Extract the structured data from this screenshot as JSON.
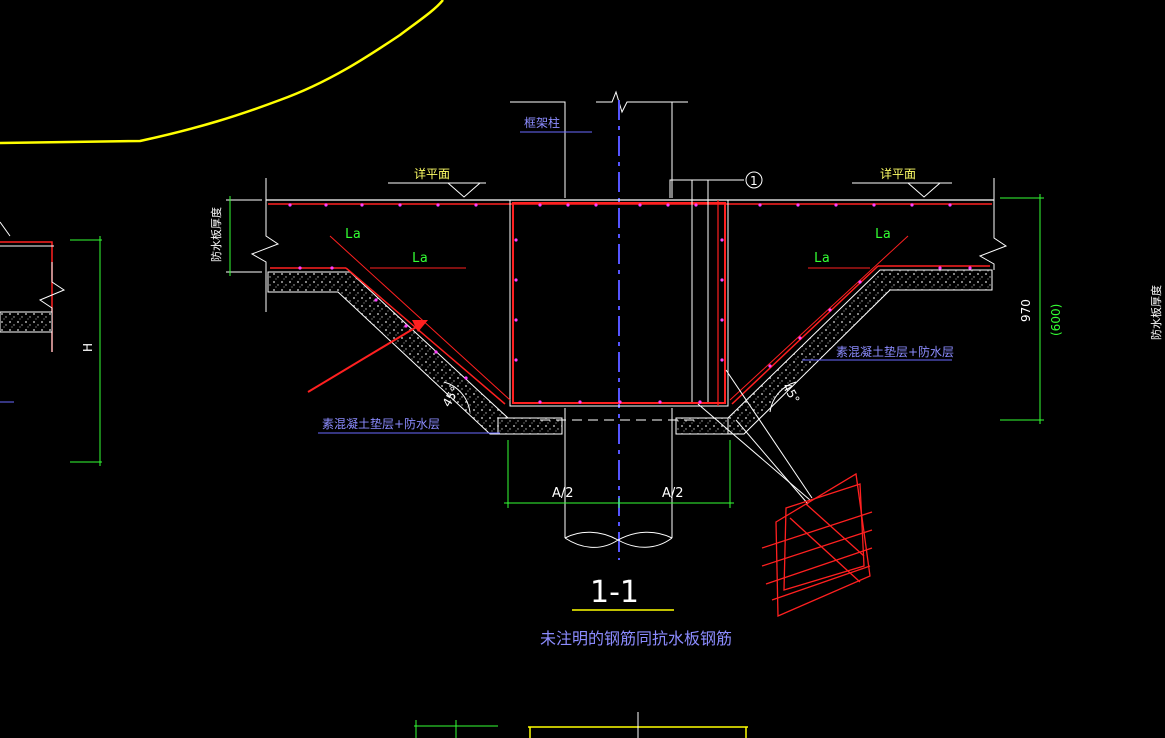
{
  "labels": {
    "frame_column": "框架柱",
    "slab_top_left": "详平面",
    "slab_top_right": "详平面",
    "waterproof_thickness_left": "防水板厚度",
    "waterproof_thickness_right": "防水板厚度",
    "anchor_la_1": "La",
    "anchor_la_2": "La",
    "anchor_la_3": "La",
    "anchor_la_4": "La",
    "concrete_cushion_left": "素混凝土垫层+防水层",
    "concrete_cushion_right": "素混凝土垫层+防水层",
    "angle_left": "45°",
    "angle_right": "45°",
    "callout_number": "1",
    "dim_970": "970",
    "dim_600": "(600)",
    "dim_h": "H",
    "dim_a2_left": "A/2",
    "dim_a2_right": "A/2",
    "section_title": "1-1",
    "section_note": "未注明的钢筋同抗水板钢筋"
  },
  "colors": {
    "background": "#000000",
    "yellow": "#ffff00",
    "white": "#ffffff",
    "red": "#ff2020",
    "green": "#33ff33",
    "blue": "#6a6aff",
    "magenta": "#ff40ff",
    "gray": "#c8c8c8"
  }
}
